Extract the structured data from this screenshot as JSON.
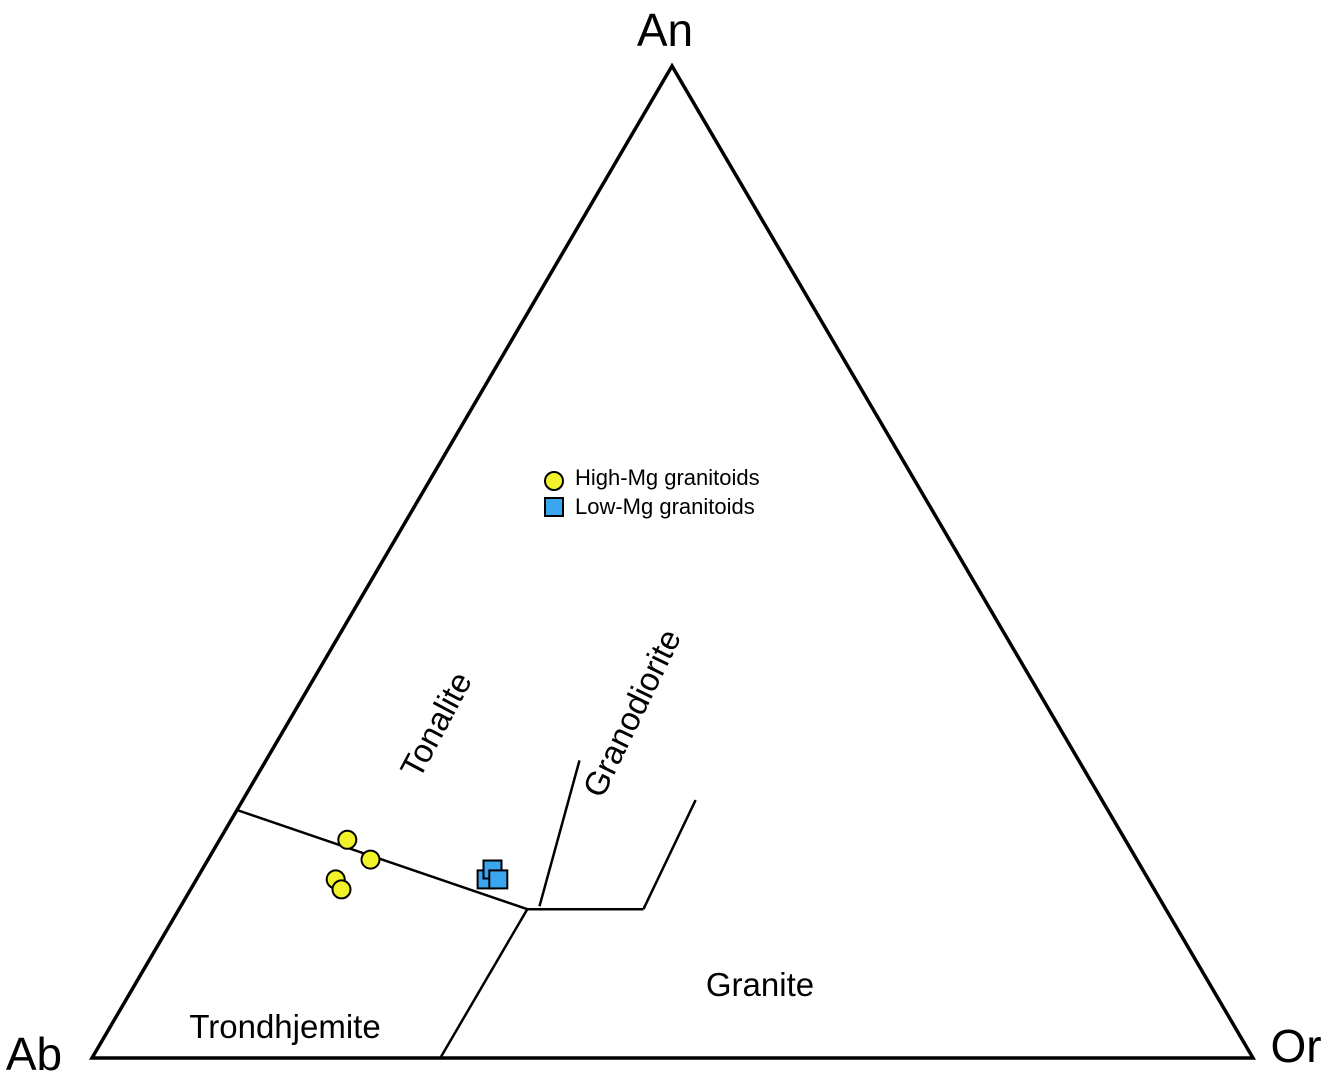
{
  "chart_data": {
    "type": "ternary",
    "title": "",
    "vertices": {
      "top": "An",
      "left": "Ab",
      "right": "Or"
    },
    "fields": [
      "Tonalite",
      "Granodiorite",
      "Trondhjemite",
      "Granite"
    ],
    "legend": {
      "placement": "upper-center",
      "entries": [
        {
          "name": "High-Mg granitoids",
          "marker": "circle",
          "color": "#f2f22b"
        },
        {
          "name": "Low-Mg granitoids",
          "marker": "square",
          "color": "#3aa6f0"
        }
      ]
    },
    "boundaries": [
      {
        "name": "tonalite-trondhjemite",
        "points": [
          [
            0.25,
            0.75,
            0.0
          ],
          [
            0.15,
            0.55,
            0.3
          ]
        ]
      },
      {
        "name": "trondhjemite-granite",
        "points": [
          [
            0.15,
            0.55,
            0.3
          ],
          [
            0.0,
            0.7,
            0.3
          ]
        ]
      },
      {
        "name": "tonalite-granodiorite",
        "points": [
          [
            0.153,
            0.538,
            0.309
          ],
          [
            0.3,
            0.43,
            0.27
          ]
        ]
      },
      {
        "name": "granodiorite-granite",
        "points": [
          [
            0.15,
            0.55,
            0.3
          ],
          [
            0.15,
            0.45,
            0.4
          ]
        ]
      },
      {
        "name": "granodiorite-granite-upper",
        "points": [
          [
            0.15,
            0.45,
            0.4
          ],
          [
            0.26,
            0.35,
            0.39
          ]
        ]
      }
    ],
    "series": [
      {
        "name": "High-Mg granitoids",
        "marker": "circle",
        "color": "#f2f22b",
        "points": [
          {
            "An": 0.22,
            "Ab": 0.67,
            "Or": 0.11
          },
          {
            "An": 0.2,
            "Ab": 0.66,
            "Or": 0.14
          },
          {
            "An": 0.18,
            "Ab": 0.7,
            "Or": 0.12
          },
          {
            "An": 0.17,
            "Ab": 0.7,
            "Or": 0.13
          }
        ]
      },
      {
        "name": "Low-Mg granitoids",
        "marker": "square",
        "color": "#3aa6f0",
        "points": [
          {
            "An": 0.18,
            "Ab": 0.57,
            "Or": 0.25
          },
          {
            "An": 0.19,
            "Ab": 0.56,
            "Or": 0.25
          },
          {
            "An": 0.18,
            "Ab": 0.56,
            "Or": 0.26
          }
        ]
      }
    ]
  }
}
